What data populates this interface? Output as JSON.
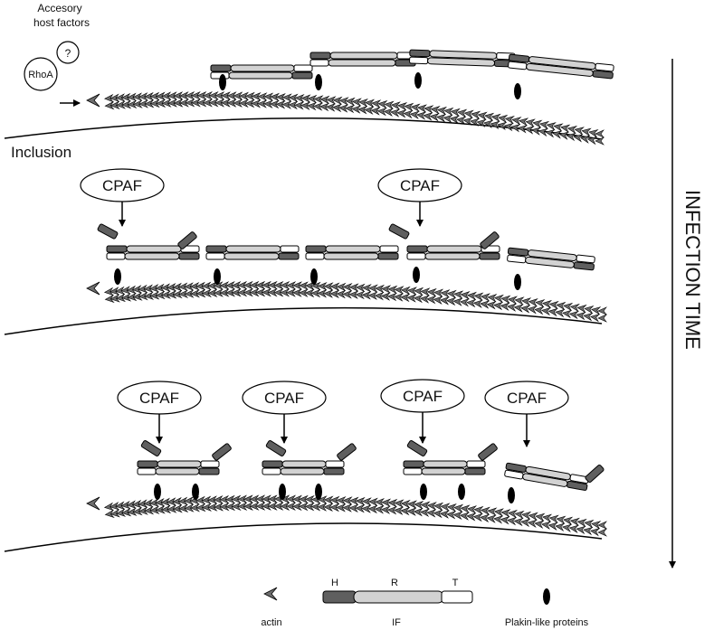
{
  "header": {
    "accessory_line1": "Accesory",
    "accessory_line2": "host factors",
    "unknown_factor": "?",
    "rhoa": "RhoA"
  },
  "inclusion_label": "Inclusion",
  "protease_label": "CPAF",
  "time_axis_label": "INFECTION TIME",
  "if_domains": {
    "head": "H",
    "rod": "R",
    "tail": "T"
  },
  "legend": {
    "actin": "actin",
    "intermediate_filament": "IF",
    "plakin": "Plakin-like proteins"
  },
  "colors": {
    "head": "#5f5f5f",
    "rod": "#d2d2d2",
    "tail": "#ffffff",
    "actin": "#6e6e6e",
    "stroke": "#000000"
  }
}
